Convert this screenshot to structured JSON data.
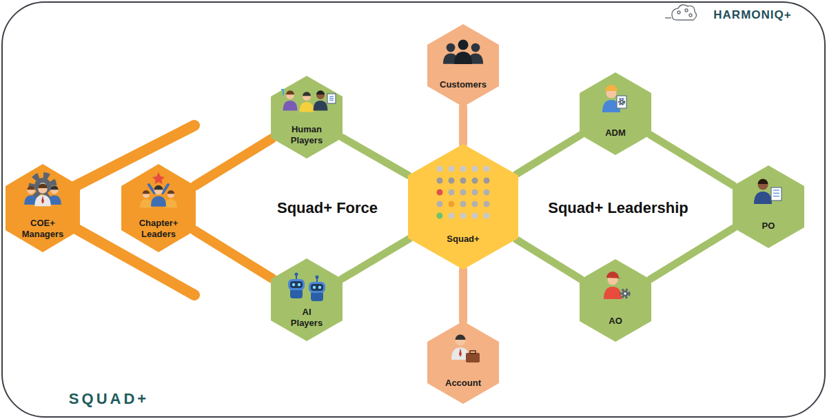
{
  "diagram": {
    "nodes": [
      {
        "text": [
          "COE+ Managers"
        ]
      },
      {
        "text": [
          "Chapter+ Leaders"
        ]
      },
      {
        "text": [
          "Human Players"
        ]
      },
      {
        "text": [
          "AI Players"
        ]
      },
      {
        "text": [
          "Customers"
        ]
      },
      {
        "text": [
          "Squad+"
        ]
      },
      {
        "text": [
          "Account"
        ]
      },
      {
        "text": [
          "ADM"
        ]
      },
      {
        "text": [
          "PO"
        ]
      },
      {
        "text": [
          "AO"
        ]
      }
    ],
    "edges": [
      {
        "from": 1,
        "to": 2,
        "arrow": "none"
      },
      {
        "from": 1,
        "to": 3,
        "arrow": "none"
      },
      {
        "from": 2,
        "to": 5,
        "arrow": "none"
      },
      {
        "from": 3,
        "to": 5,
        "arrow": "none"
      },
      {
        "from": 4,
        "to": 5,
        "arrow": "none"
      },
      {
        "from": 5,
        "to": 6,
        "arrow": "none"
      },
      {
        "from": 5,
        "to": 7,
        "arrow": "none"
      },
      {
        "from": 5,
        "to": 9,
        "arrow": "none"
      },
      {
        "from": 7,
        "to": 8,
        "arrow": "none"
      },
      {
        "from": 9,
        "to": 8,
        "arrow": "none"
      }
    ],
    "labels": [
      "Squad+ Force",
      "Squad+ Leadership",
      "HARMONIQ+",
      "SQUAD+"
    ]
  }
}
